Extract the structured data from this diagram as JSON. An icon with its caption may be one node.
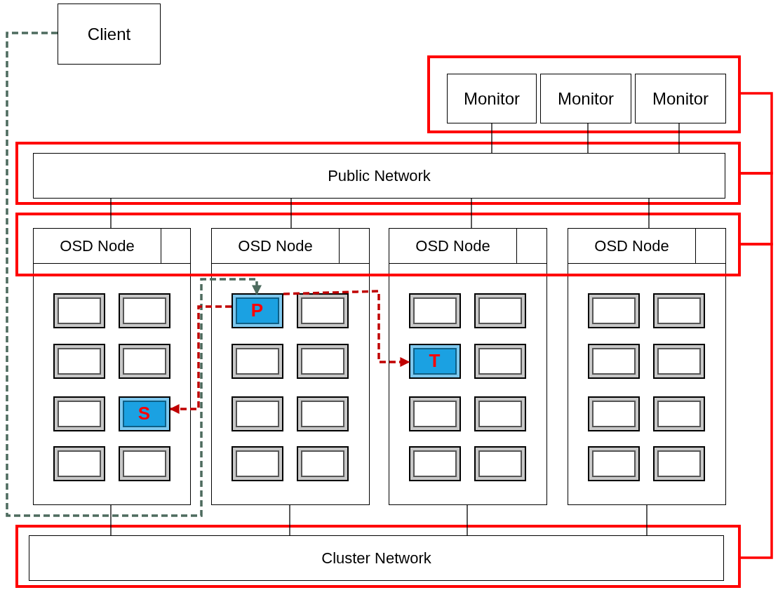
{
  "diagram": {
    "nodes": [
      {
        "text": [
          "Client"
        ]
      },
      {
        "text": [],
        "shape": "box"
      },
      {
        "text": [
          "Monitor"
        ],
        "in": 1
      },
      {
        "text": [
          "Monitor"
        ],
        "in": 1
      },
      {
        "text": [
          "Monitor"
        ],
        "in": 1
      },
      {
        "text": [],
        "shape": "box"
      },
      {
        "text": [
          "Public Network"
        ],
        "in": 5
      },
      {
        "text": [],
        "shape": "box"
      },
      {
        "text": [
          "OSD Node"
        ],
        "in": 7
      },
      {
        "text": [
          "OSD Node"
        ],
        "in": 7
      },
      {
        "text": [
          "OSD Node"
        ],
        "in": 7
      },
      {
        "text": [
          "OSD Node"
        ],
        "in": 7
      },
      {
        "text": [],
        "shape": "box"
      },
      {
        "text": [],
        "shape": "box",
        "in": 12
      },
      {
        "text": [],
        "shape": "box",
        "in": 12
      },
      {
        "text": [],
        "shape": "box",
        "in": 12
      },
      {
        "text": [],
        "shape": "box",
        "in": 12
      },
      {
        "text": [],
        "shape": "box",
        "in": 12
      },
      {
        "text": [
          "S"
        ],
        "in": 12
      },
      {
        "text": [],
        "shape": "box",
        "in": 12
      },
      {
        "text": [],
        "shape": "box",
        "in": 12
      },
      {
        "text": [],
        "shape": "box"
      },
      {
        "text": [
          "P"
        ],
        "in": 21
      },
      {
        "text": [],
        "shape": "box",
        "in": 21
      },
      {
        "text": [],
        "shape": "box",
        "in": 21
      },
      {
        "text": [],
        "shape": "box",
        "in": 21
      },
      {
        "text": [],
        "shape": "box",
        "in": 21
      },
      {
        "text": [],
        "shape": "box",
        "in": 21
      },
      {
        "text": [],
        "shape": "box",
        "in": 21
      },
      {
        "text": [],
        "shape": "box",
        "in": 21
      },
      {
        "text": [],
        "shape": "box"
      },
      {
        "text": [],
        "shape": "box",
        "in": 30
      },
      {
        "text": [],
        "shape": "box",
        "in": 30
      },
      {
        "text": [
          "T"
        ],
        "in": 30
      },
      {
        "text": [],
        "shape": "box",
        "in": 30
      },
      {
        "text": [],
        "shape": "box",
        "in": 30
      },
      {
        "text": [],
        "shape": "box",
        "in": 30
      },
      {
        "text": [],
        "shape": "box",
        "in": 30
      },
      {
        "text": [],
        "shape": "box",
        "in": 30
      },
      {
        "text": [],
        "shape": "box"
      },
      {
        "text": [],
        "shape": "box",
        "in": 39
      },
      {
        "text": [],
        "shape": "box",
        "in": 39
      },
      {
        "text": [],
        "shape": "box",
        "in": 39
      },
      {
        "text": [],
        "shape": "box",
        "in": 39
      },
      {
        "text": [],
        "shape": "box",
        "in": 39
      },
      {
        "text": [],
        "shape": "box",
        "in": 39
      },
      {
        "text": [],
        "shape": "box",
        "in": 39
      },
      {
        "text": [],
        "shape": "box",
        "in": 39
      },
      {
        "text": [],
        "shape": "box"
      },
      {
        "text": [
          "Cluster Network"
        ],
        "in": 48
      }
    ],
    "edges": [
      {
        "from": 0,
        "to": 22,
        "arrow": "to",
        "style": "dashed",
        "color": "#4d6b5e"
      },
      {
        "from": 22,
        "to": 18,
        "arrow": "to",
        "style": "dashed",
        "color": "#c00000"
      },
      {
        "from": 22,
        "to": 33,
        "arrow": "to",
        "style": "dashed",
        "color": "#c00000"
      },
      {
        "from": 2,
        "to": 6,
        "arrow": "none"
      },
      {
        "from": 3,
        "to": 6,
        "arrow": "none"
      },
      {
        "from": 4,
        "to": 6,
        "arrow": "none"
      },
      {
        "from": 6,
        "to": 8,
        "arrow": "none"
      },
      {
        "from": 6,
        "to": 9,
        "arrow": "none"
      },
      {
        "from": 6,
        "to": 10,
        "arrow": "none"
      },
      {
        "from": 6,
        "to": 11,
        "arrow": "none"
      },
      {
        "from": 12,
        "to": 49,
        "arrow": "none"
      },
      {
        "from": 21,
        "to": 49,
        "arrow": "none"
      },
      {
        "from": 30,
        "to": 49,
        "arrow": "none"
      },
      {
        "from": 39,
        "to": 49,
        "arrow": "none"
      },
      {
        "from": 1,
        "to": 5,
        "arrow": "none",
        "style": "thick",
        "color": "#ff0000"
      },
      {
        "from": 5,
        "to": 7,
        "arrow": "none",
        "style": "thick",
        "color": "#ff0000"
      },
      {
        "from": 7,
        "to": 48,
        "arrow": "none",
        "style": "thick",
        "color": "#ff0000"
      }
    ]
  }
}
